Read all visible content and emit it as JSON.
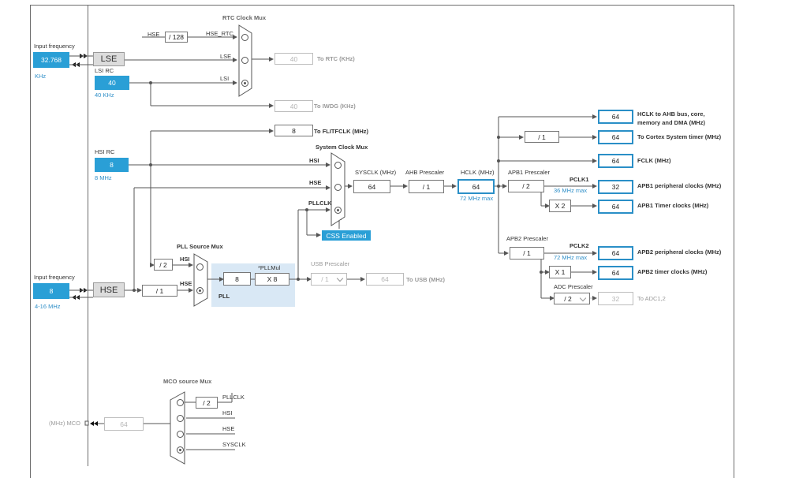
{
  "left": {
    "input_freq_label": "Input frequency",
    "lse_value": "32.768",
    "lse_unit": "KHz",
    "lse_label": "LSE",
    "lsi_rc_label": "LSI RC",
    "lsi_value": "40",
    "lsi_unit": "40 KHz",
    "hsi_rc_label": "HSI RC",
    "hsi_value": "8",
    "hsi_unit": "8 MHz",
    "hse_input_label": "Input frequency",
    "hse_value": "8",
    "hse_range": "4-16 MHz",
    "hse_label": "HSE",
    "mco_label": "(MHz) MCO",
    "mco_value": "64"
  },
  "rtc": {
    "title": "RTC Clock Mux",
    "hse_in": "HSE",
    "div128": "/ 128",
    "hse_rtc": "HSE_RTC",
    "lse_in": "LSE",
    "lsi_in": "LSI",
    "rtc_value": "40",
    "rtc_label": "To RTC (KHz)",
    "iwdg_value": "40",
    "iwdg_label": "To IWDG (KHz)",
    "flit_value": "8",
    "flit_label": "To FLITFCLK (MHz)"
  },
  "sysmux": {
    "title": "System Clock Mux",
    "hsi": "HSI",
    "hse": "HSE",
    "pllclk": "PLLCLK",
    "css": "CSS Enabled",
    "sysclk_label": "SYSCLK (MHz)",
    "sysclk_value": "64",
    "ahb_label": "AHB Prescaler",
    "ahb_value": "/ 1",
    "hclk_label": "HCLK (MHz)",
    "hclk_value": "64",
    "hclk_max": "72 MHz max"
  },
  "pll": {
    "src_title": "PLL Source Mux",
    "div2": "/ 2",
    "hsi": "HSI",
    "hse": "HSE",
    "hse_div": "/ 1",
    "pll_input": "8",
    "pllmul_label": "*PLLMul",
    "pllmul_value": "X 8",
    "pll_label": "PLL",
    "usb_label": "USB Prescaler",
    "usb_value": "/ 1",
    "usb_out": "64",
    "usb_out_label": "To USB (MHz)"
  },
  "outputs": {
    "hclk_ahb": "64",
    "hclk_ahb_label_1": "HCLK to AHB bus, core,",
    "hclk_ahb_label_2": "memory and DMA (MHz)",
    "cortex_div": "/ 1",
    "cortex_value": "64",
    "cortex_label": "To Cortex System timer (MHz)",
    "fclk_value": "64",
    "fclk_label": "FCLK (MHz)",
    "apb1_label": "APB1 Prescaler",
    "apb1_value": "/ 2",
    "pclk1_label": "PCLK1",
    "pclk1_max": "36 MHz max",
    "apb1_periph_value": "32",
    "apb1_periph_label": "APB1 peripheral clocks (MHz)",
    "apb1_timer_mul": "X 2",
    "apb1_timer_value": "64",
    "apb1_timer_label": "APB1 Timer clocks (MHz)",
    "apb2_label": "APB2 Prescaler",
    "apb2_value": "/ 1",
    "pclk2_label": "PCLK2",
    "pclk2_max": "72 MHz max",
    "apb2_periph_value": "64",
    "apb2_periph_label": "APB2 peripheral clocks (MHz)",
    "apb2_timer_mul": "X 1",
    "apb2_timer_value": "64",
    "apb2_timer_label": "APB2 timer clocks (MHz)",
    "adc_label": "ADC Prescaler",
    "adc_value": "/ 2",
    "adc_out": "32",
    "adc_out_label": "To ADC1,2"
  },
  "mco": {
    "title": "MCO source Mux",
    "pllclk": "PLLCLK",
    "div2": "/ 2",
    "hsi": "HSI",
    "hse": "HSE",
    "sysclk": "SYSCLK"
  },
  "colors": {
    "accent": "#2a9fd6",
    "highlight_border": "#2a8fc7",
    "pll_panel": "#d9e8f5"
  }
}
